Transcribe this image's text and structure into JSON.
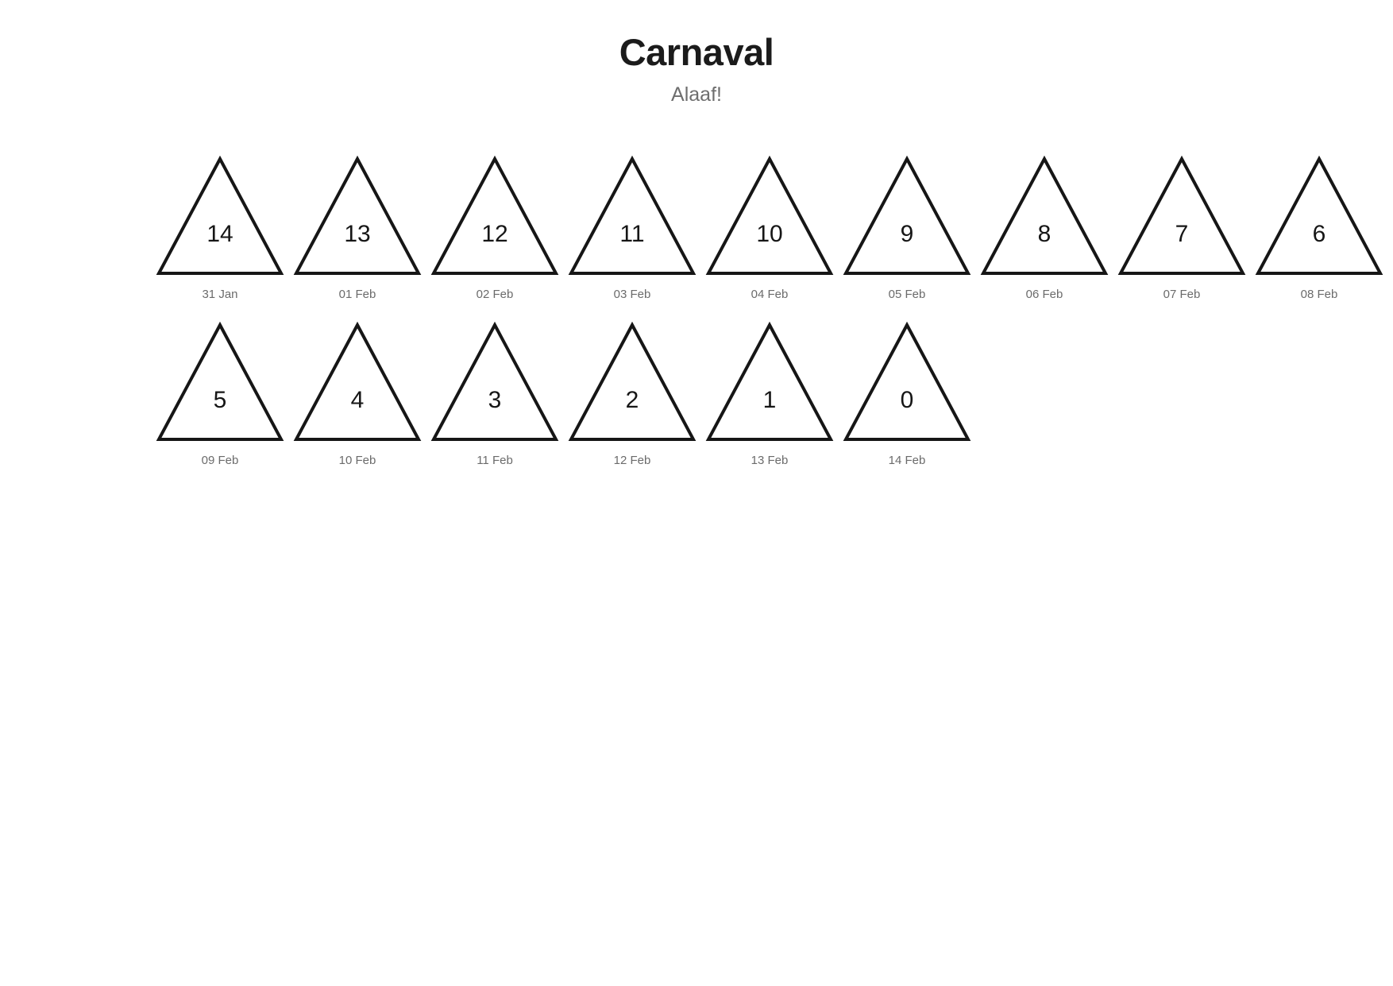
{
  "header": {
    "title": "Carnaval",
    "subtitle": "Alaaf!"
  },
  "colors": {
    "background": "#ffffff",
    "title": "#1b1b1b",
    "subtitle": "#6e6e6e",
    "triangle_stroke": "#161616",
    "triangle_fill": "#ffffff",
    "number": "#161616",
    "date_label": "#6b6b6b"
  },
  "countdown": {
    "columns_per_row": 7,
    "items": [
      {
        "number": "14",
        "date": "31 Jan"
      },
      {
        "number": "13",
        "date": "01 Feb"
      },
      {
        "number": "12",
        "date": "02 Feb"
      },
      {
        "number": "11",
        "date": "03 Feb"
      },
      {
        "number": "10",
        "date": "04 Feb"
      },
      {
        "number": "9",
        "date": "05 Feb"
      },
      {
        "number": "8",
        "date": "06 Feb"
      },
      {
        "number": "7",
        "date": "07 Feb"
      },
      {
        "number": "6",
        "date": "08 Feb"
      },
      {
        "number": "5",
        "date": "09 Feb"
      },
      {
        "number": "4",
        "date": "10 Feb"
      },
      {
        "number": "3",
        "date": "11 Feb"
      },
      {
        "number": "2",
        "date": "12 Feb"
      },
      {
        "number": "1",
        "date": "13 Feb"
      },
      {
        "number": "0",
        "date": "14 Feb"
      }
    ]
  }
}
